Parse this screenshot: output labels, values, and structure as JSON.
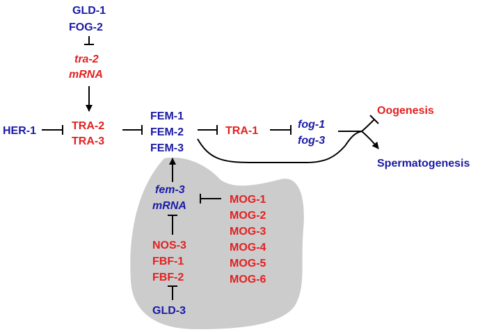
{
  "colors": {
    "activator": "#1a1aa6",
    "repressor": "#e32020",
    "region": "#cccccc",
    "edge": "#000000"
  },
  "nodes": {
    "gld1": "GLD-1",
    "fog2": "FOG-2",
    "tra2_mrna_1": "tra-2",
    "tra2_mrna_2": "mRNA",
    "her1": "HER-1",
    "tra2": "TRA-2",
    "tra3": "TRA-3",
    "fem1": "FEM-1",
    "fem2": "FEM-2",
    "fem3": "FEM-3",
    "tra1": "TRA-1",
    "fog1": "fog-1",
    "fog3": "fog-3",
    "oogenesis": "Oogenesis",
    "spermatogenesis": "Spermatogenesis",
    "fem3_mrna_1": "fem-3",
    "fem3_mrna_2": "mRNA",
    "mog1": "MOG-1",
    "mog2": "MOG-2",
    "mog3": "MOG-3",
    "mog4": "MOG-4",
    "mog5": "MOG-5",
    "mog6": "MOG-6",
    "nos3": "NOS-3",
    "fbf1": "FBF-1",
    "fbf2": "FBF-2",
    "gld3": "GLD-3"
  },
  "edges": [
    {
      "from": "GLD-1/FOG-2",
      "to": "tra-2 mRNA",
      "type": "inhibits"
    },
    {
      "from": "tra-2 mRNA",
      "to": "TRA-2/TRA-3",
      "type": "activates"
    },
    {
      "from": "HER-1",
      "to": "TRA-2/TRA-3",
      "type": "inhibits"
    },
    {
      "from": "TRA-2/TRA-3",
      "to": "FEM-1/FEM-2/FEM-3",
      "type": "inhibits"
    },
    {
      "from": "FEM-1/FEM-2/FEM-3",
      "to": "TRA-1",
      "type": "inhibits"
    },
    {
      "from": "TRA-1",
      "to": "fog-1/fog-3",
      "type": "inhibits"
    },
    {
      "from": "fog-1/fog-3",
      "to": "Oogenesis",
      "type": "inhibits"
    },
    {
      "from": "fog-1/fog-3",
      "to": "Spermatogenesis",
      "type": "activates"
    },
    {
      "from": "FEM-1/FEM-2/FEM-3",
      "to": "Spermatogenesis",
      "type": "activates"
    },
    {
      "from": "fem-3 mRNA",
      "to": "FEM-1/FEM-2/FEM-3",
      "type": "activates"
    },
    {
      "from": "MOG-1..MOG-6",
      "to": "fem-3 mRNA",
      "type": "inhibits"
    },
    {
      "from": "NOS-3/FBF-1/FBF-2",
      "to": "fem-3 mRNA",
      "type": "inhibits"
    },
    {
      "from": "GLD-3",
      "to": "NOS-3/FBF-1/FBF-2",
      "type": "inhibits"
    }
  ]
}
